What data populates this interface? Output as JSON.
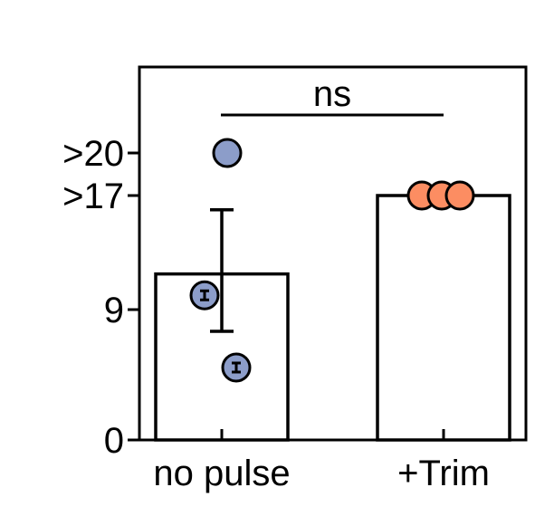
{
  "chart_data": {
    "type": "bar",
    "categories": [
      "no pulse",
      "+Trim"
    ],
    "bar_values": [
      11.5,
      17
    ],
    "error_bar": {
      "category": "no pulse",
      "low": 7.5,
      "high": 16
    },
    "points": [
      {
        "category": "no pulse",
        "values": [
          20,
          10,
          5
        ]
      },
      {
        "category": "+Trim",
        "values": [
          17,
          17,
          17
        ]
      }
    ],
    "point_colors": [
      "#8c9dc9",
      "#fc8d62"
    ],
    "ytick_values": [
      0,
      9,
      17,
      20
    ],
    "ytick_labels": [
      "0",
      "9",
      ">17",
      ">20"
    ],
    "ylim": [
      0,
      26
    ],
    "significance": {
      "label": "ns",
      "between": [
        "no pulse",
        "+Trim"
      ]
    }
  }
}
